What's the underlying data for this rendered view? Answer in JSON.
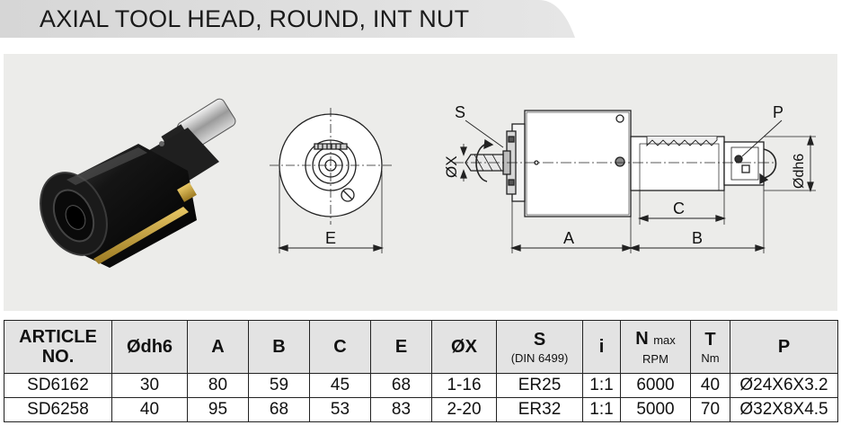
{
  "page": {
    "title": "AXIAL TOOL HEAD, ROUND, INT NUT"
  },
  "drawing": {
    "labels": {
      "s": "S",
      "p": "P",
      "ox": "ØX",
      "odh6": "Ødh6",
      "e": "E",
      "a": "A",
      "b": "B",
      "c": "C"
    }
  },
  "table": {
    "headers": {
      "article": "ARTICLE NO.",
      "odh6": "Ødh6",
      "a": "A",
      "b": "B",
      "c": "C",
      "e": "E",
      "ox": "ØX",
      "s": "S",
      "s_sub": "(DIN 6499)",
      "i": "i",
      "n": "N",
      "n_sup": "max",
      "n_sub": "RPM",
      "t": "T",
      "t_sub": "Nm",
      "p": "P"
    },
    "rows": [
      [
        "SD6162",
        "30",
        "80",
        "59",
        "45",
        "68",
        "1-16",
        "ER25",
        "1:1",
        "6000",
        "40",
        "Ø24X6X3.2"
      ],
      [
        "SD6258",
        "40",
        "95",
        "68",
        "53",
        "83",
        "2-20",
        "ER32",
        "1:1",
        "5000",
        "70",
        "Ø32X8X4.5"
      ]
    ]
  },
  "colors": {
    "title_bar": "#dcdcdc",
    "drawing_bg": "#ececea",
    "header_bg": "#e3e3e3",
    "tool_body": "#1b1b1b",
    "brass": "#c9a23a"
  }
}
